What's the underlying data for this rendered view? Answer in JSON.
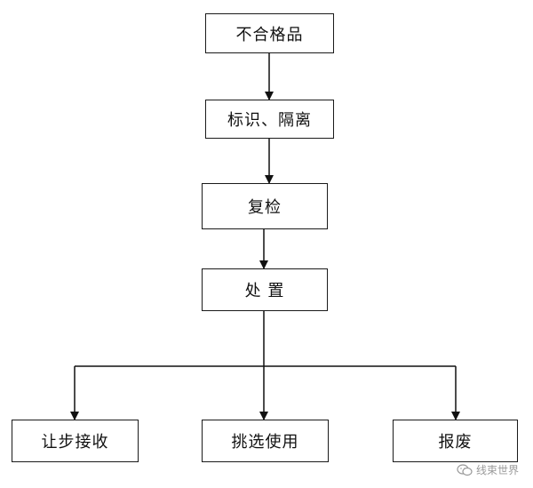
{
  "flowchart": {
    "nodes": [
      {
        "id": "n1",
        "label": "不合格品"
      },
      {
        "id": "n2",
        "label": "标识、隔离"
      },
      {
        "id": "n3",
        "label": "复检"
      },
      {
        "id": "n4",
        "label": "处 置"
      },
      {
        "id": "n5",
        "label": "让步接收"
      },
      {
        "id": "n6",
        "label": "挑选使用"
      },
      {
        "id": "n7",
        "label": "报废"
      }
    ],
    "edges": [
      {
        "from": "n1",
        "to": "n2"
      },
      {
        "from": "n2",
        "to": "n3"
      },
      {
        "from": "n3",
        "to": "n4"
      },
      {
        "from": "n4",
        "to": "n5"
      },
      {
        "from": "n4",
        "to": "n6"
      },
      {
        "from": "n4",
        "to": "n7"
      }
    ]
  },
  "watermark": {
    "text": "线束世界",
    "icon": "wechat-icon",
    "color": "#9a9a9a"
  }
}
